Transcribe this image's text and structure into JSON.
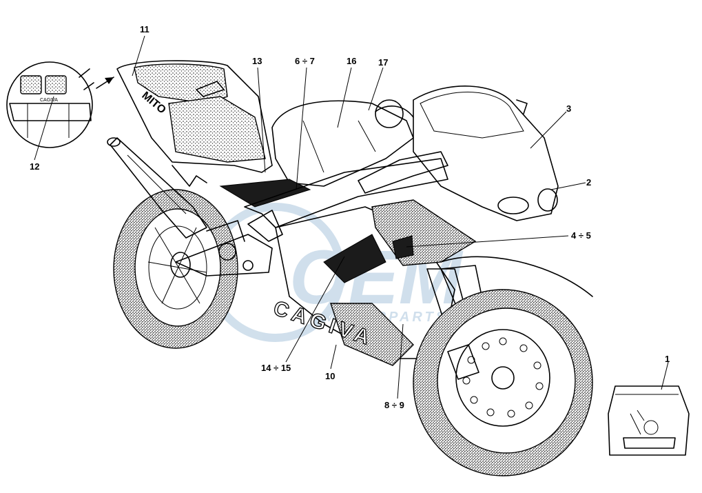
{
  "callouts": {
    "c11": "11",
    "c13": "13",
    "c6_7": "6 ÷ 7",
    "c16": "16",
    "c17": "17",
    "c3": "3",
    "c2": "2",
    "c4_5": "4 ÷ 5",
    "c12": "12",
    "c14_15": "14 ÷ 15",
    "c10": "10",
    "c8_9": "8 ÷ 9",
    "c1": "1"
  },
  "decals": {
    "fairing_brand": "CAGIVA",
    "tail_brand": "MITO"
  },
  "watermark": {
    "logo": "OEM",
    "tagline": "MOTORPARTS",
    "color": "#7aa6c9"
  }
}
